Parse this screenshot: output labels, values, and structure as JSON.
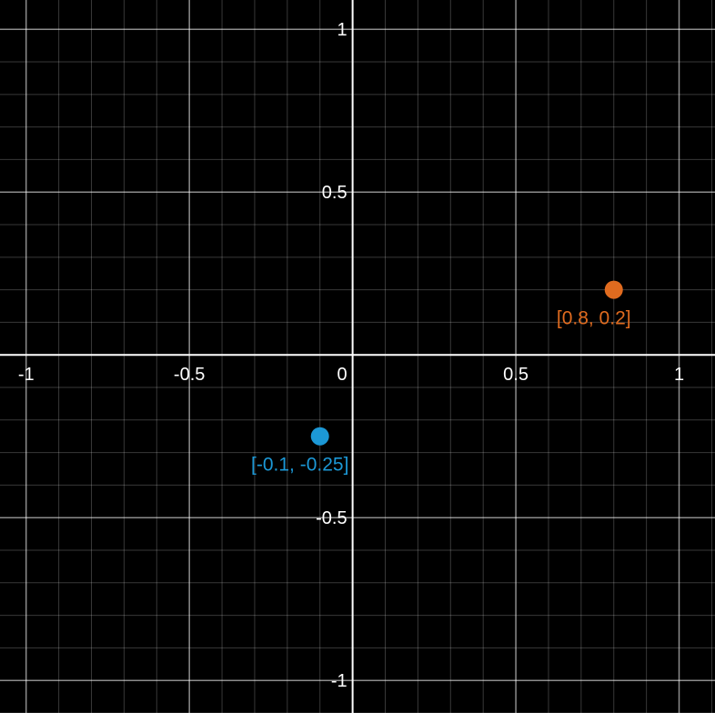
{
  "chart_data": {
    "type": "scatter",
    "title": "",
    "xlabel": "",
    "ylabel": "",
    "xlim": [
      -1.08,
      1.11
    ],
    "ylim": [
      -1.1,
      1.09
    ],
    "x_ticks": [
      -1,
      -0.5,
      0.5,
      1
    ],
    "y_ticks": [
      1,
      0.5,
      -0.5,
      -1
    ],
    "x_tick_labels": [
      "-1",
      "-0.5",
      "0.5",
      "1"
    ],
    "y_tick_labels": [
      "1",
      "0.5",
      "-0.5",
      "-1"
    ],
    "origin_label": "0",
    "grid": true,
    "minor_grid_step": 0.1,
    "major_grid_step": 0.5,
    "background": "#000000",
    "points": [
      {
        "x": 0.8,
        "y": 0.2,
        "label": "[0.8, 0.2]",
        "color": "#e06b1f"
      },
      {
        "x": -0.1,
        "y": -0.25,
        "label": "[-0.1, -0.25]",
        "color": "#1c98d6"
      }
    ]
  }
}
